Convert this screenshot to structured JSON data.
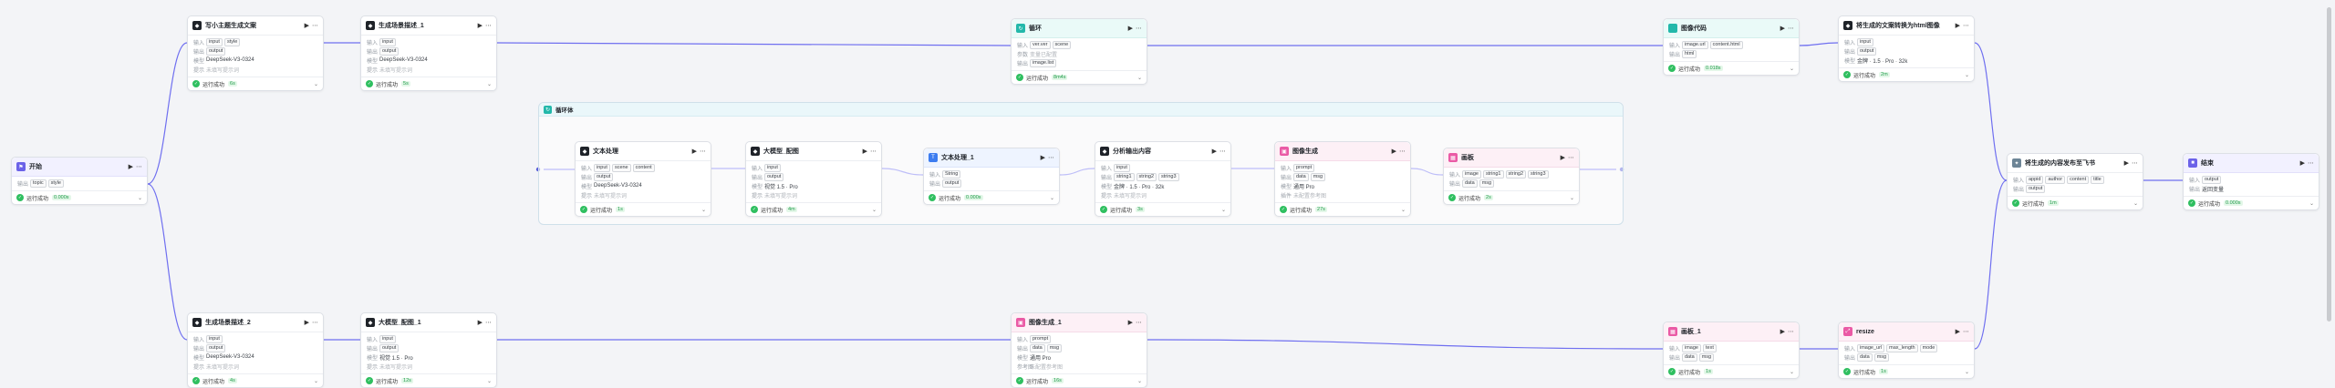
{
  "colors": {
    "edge": "#6f6ff0",
    "success": "#2fbf60",
    "accent_teal": "#22b8aa",
    "accent_pink": "#ea5aa5"
  },
  "group": {
    "title": "循环体",
    "icon": "loop-icon"
  },
  "labels": {
    "in": "输入",
    "out": "输出",
    "model": "模型",
    "prompt": "提示",
    "tool": "插件",
    "params": "参数"
  },
  "nodes": [
    {
      "id": "start",
      "title": "开始",
      "icon": "flag-icon",
      "theme": "violet",
      "rows": [
        {
          "label": "输出",
          "tags": [
            "topic",
            "style"
          ]
        }
      ],
      "status": "运行成功",
      "time": "0.000s"
    },
    {
      "id": "main-text",
      "title": "写小主题生成文案",
      "icon": "llm-icon",
      "theme": "white",
      "rows": [
        {
          "label": "输入",
          "tags": [
            "input",
            "style"
          ]
        },
        {
          "label": "输出",
          "tags": [
            "output"
          ]
        },
        {
          "label": "模型",
          "value": "DeepSeek-V3-0324"
        },
        {
          "label": "提示",
          "value": "未填写提示词",
          "muted": true
        }
      ],
      "status": "运行成功",
      "time": "6s"
    },
    {
      "id": "sub-title-1",
      "title": "生成场景描述_1",
      "icon": "llm-icon",
      "theme": "white",
      "rows": [
        {
          "label": "输入",
          "tags": [
            "input"
          ]
        },
        {
          "label": "输出",
          "tags": [
            "output"
          ]
        },
        {
          "label": "模型",
          "value": "DeepSeek-V3-0324"
        },
        {
          "label": "提示",
          "value": "未填写提示词",
          "muted": true
        }
      ],
      "status": "运行成功",
      "time": "5s"
    },
    {
      "id": "loop",
      "title": "循环",
      "icon": "loop-icon",
      "theme": "teal",
      "rows": [
        {
          "label": "输入",
          "tags": [
            "ver.ver",
            "scene"
          ]
        },
        {
          "label": "参数",
          "value": "变量已配置",
          "muted": true
        },
        {
          "label": "输出",
          "tags": [
            "image.list"
          ]
        }
      ],
      "status": "运行成功",
      "time": "8m4s"
    },
    {
      "id": "code",
      "title": "图像代码",
      "icon": "code-icon",
      "theme": "teal",
      "rows": [
        {
          "label": "输入",
          "tags": [
            "image.url",
            "content.html"
          ]
        },
        {
          "label": "输出",
          "tags": [
            "html"
          ]
        }
      ],
      "status": "运行成功",
      "time": "0.018s"
    },
    {
      "id": "convert",
      "title": "将生成的文案转换为html图像",
      "icon": "llm-icon",
      "theme": "white",
      "rows": [
        {
          "label": "输入",
          "tags": [
            "input"
          ]
        },
        {
          "label": "输出",
          "tags": [
            "output"
          ]
        },
        {
          "label": "模型",
          "value": "金牌 · 1.5 · Pro · 32k"
        }
      ],
      "status": "运行成功",
      "time": "2m"
    },
    {
      "id": "text-proc",
      "title": "文本处理",
      "icon": "llm-icon",
      "theme": "white",
      "rows": [
        {
          "label": "输入",
          "tags": [
            "input",
            "scene",
            "content"
          ]
        },
        {
          "label": "输出",
          "tags": [
            "output"
          ]
        },
        {
          "label": "模型",
          "value": "DeepSeek-V3-0324"
        },
        {
          "label": "提示",
          "value": "未填写提示词",
          "muted": true
        }
      ],
      "status": "运行成功",
      "time": "1s"
    },
    {
      "id": "big-model",
      "title": "大模型_配图",
      "icon": "llm-icon",
      "theme": "white",
      "rows": [
        {
          "label": "输入",
          "tags": [
            "input"
          ]
        },
        {
          "label": "输出",
          "tags": [
            "output"
          ]
        },
        {
          "label": "模型",
          "value": "视觉 1.5 · Pro"
        },
        {
          "label": "提示",
          "value": "未填写提示词",
          "muted": true
        }
      ],
      "status": "运行成功",
      "time": "4m"
    },
    {
      "id": "text-1",
      "title": "文本处理_1",
      "icon": "text-icon",
      "theme": "blue",
      "rows": [
        {
          "label": "输入",
          "tags": [
            "String"
          ]
        },
        {
          "label": "输出",
          "tags": [
            "output"
          ]
        }
      ],
      "status": "运行成功",
      "time": "0.000s"
    },
    {
      "id": "img-prompt",
      "title": "分析输出内容",
      "icon": "llm-icon",
      "theme": "white",
      "rows": [
        {
          "label": "输入",
          "tags": [
            "input"
          ]
        },
        {
          "label": "输出",
          "tags": [
            "string1",
            "string2",
            "string3"
          ]
        },
        {
          "label": "模型",
          "value": "金牌 · 1.5 · Pro · 32k"
        },
        {
          "label": "提示",
          "value": "未填写提示词",
          "muted": true
        }
      ],
      "status": "运行成功",
      "time": "3s"
    },
    {
      "id": "img-gen",
      "title": "图像生成",
      "icon": "image-icon",
      "theme": "pink",
      "rows": [
        {
          "label": "输入",
          "tags": [
            "prompt"
          ]
        },
        {
          "label": "输出",
          "tags": [
            "data",
            "msg"
          ]
        },
        {
          "label": "模型",
          "value": "通用 Pro"
        },
        {
          "label": "插件",
          "value": "未配置参考图",
          "muted": true
        }
      ],
      "status": "运行成功",
      "time": "27s"
    },
    {
      "id": "canvas",
      "title": "画板",
      "icon": "canvas-icon",
      "theme": "pink",
      "rows": [
        {
          "label": "输入",
          "tags": [
            "image",
            "string1",
            "string2",
            "string3"
          ]
        },
        {
          "label": "输出",
          "tags": [
            "data",
            "msg"
          ]
        }
      ],
      "status": "运行成功",
      "time": "2s"
    },
    {
      "id": "merge",
      "title": "将生成的内容发布至飞书",
      "icon": "plugin-icon",
      "theme": "white",
      "rows": [
        {
          "label": "输入",
          "tags": [
            "appid",
            "author",
            "content",
            "title"
          ]
        },
        {
          "label": "输出",
          "tags": [
            "output"
          ]
        }
      ],
      "status": "运行成功",
      "time": "1m"
    },
    {
      "id": "end",
      "title": "结束",
      "icon": "end-icon",
      "theme": "violet",
      "rows": [
        {
          "label": "输入",
          "tags": [
            "output"
          ]
        },
        {
          "label": "输出",
          "value": "返回变量"
        }
      ],
      "status": "运行成功",
      "time": "0.000s"
    },
    {
      "id": "sub-title-2",
      "title": "生成场景描述_2",
      "icon": "llm-icon",
      "theme": "white",
      "rows": [
        {
          "label": "输入",
          "tags": [
            "input"
          ]
        },
        {
          "label": "输出",
          "tags": [
            "output"
          ]
        },
        {
          "label": "模型",
          "value": "DeepSeek-V3-0324"
        },
        {
          "label": "提示",
          "value": "未填写提示词",
          "muted": true
        }
      ],
      "status": "运行成功",
      "time": "4s"
    },
    {
      "id": "big-model-1",
      "title": "大模型_配图_1",
      "icon": "llm-icon",
      "theme": "white",
      "rows": [
        {
          "label": "输入",
          "tags": [
            "input"
          ]
        },
        {
          "label": "输出",
          "tags": [
            "output"
          ]
        },
        {
          "label": "模型",
          "value": "视觉 1.5 · Pro"
        },
        {
          "label": "提示",
          "value": "未填写提示词",
          "muted": true
        }
      ],
      "status": "运行成功",
      "time": "12s"
    },
    {
      "id": "img-gen-1",
      "title": "图像生成_1",
      "icon": "image-icon",
      "theme": "pink",
      "rows": [
        {
          "label": "输入",
          "tags": [
            "prompt"
          ]
        },
        {
          "label": "输出",
          "tags": [
            "data",
            "msg"
          ]
        },
        {
          "label": "模型",
          "value": "通用 Pro"
        },
        {
          "label": "参考图",
          "value": "未配置参考图",
          "muted": true
        }
      ],
      "status": "运行成功",
      "time": "16s"
    },
    {
      "id": "canvas-1",
      "title": "画板_1",
      "icon": "canvas-icon",
      "theme": "pink",
      "rows": [
        {
          "label": "输入",
          "tags": [
            "image",
            "text"
          ]
        },
        {
          "label": "输出",
          "tags": [
            "data",
            "msg"
          ]
        }
      ],
      "status": "运行成功",
      "time": "1s"
    },
    {
      "id": "resize",
      "title": "resize",
      "icon": "resize-icon",
      "theme": "pink",
      "rows": [
        {
          "label": "输入",
          "tags": [
            "image_url",
            "max_length",
            "mode"
          ]
        },
        {
          "label": "输出",
          "tags": [
            "data",
            "msg"
          ]
        }
      ],
      "status": "运行成功",
      "time": "1s"
    }
  ]
}
